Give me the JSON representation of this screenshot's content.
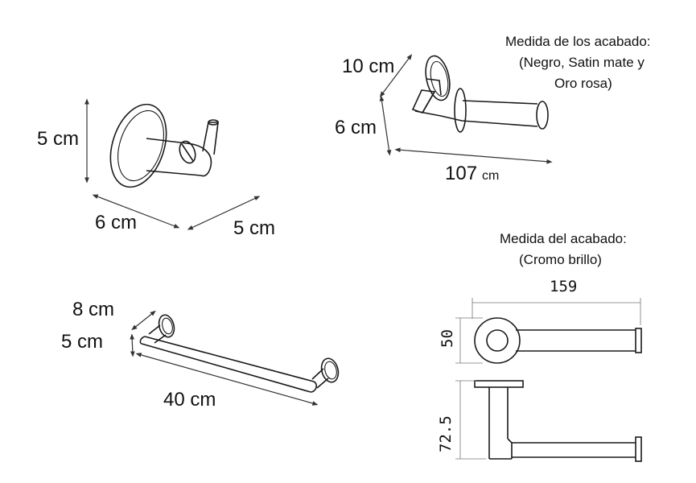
{
  "hook": {
    "height_label": "5 cm",
    "depth_label": "6 cm",
    "width_label": "5 cm"
  },
  "paper_holder": {
    "finish_note_line1": "Medida de los acabado:",
    "finish_note_line2": "(Negro, Satin mate y",
    "finish_note_line3": "Oro rosa)",
    "depth_label": "10 cm",
    "height_label": "6 cm",
    "length_value": "107",
    "length_unit": "cm"
  },
  "towel_bar": {
    "depth_label": "8 cm",
    "height_label": "5 cm",
    "length_label": "40 cm"
  },
  "chrome_holder": {
    "finish_note_line1": "Medida del acabado:",
    "finish_note_line2": "(Cromo brillo)",
    "width_value": "159",
    "height_value": "50",
    "depth_value": "72.5"
  }
}
